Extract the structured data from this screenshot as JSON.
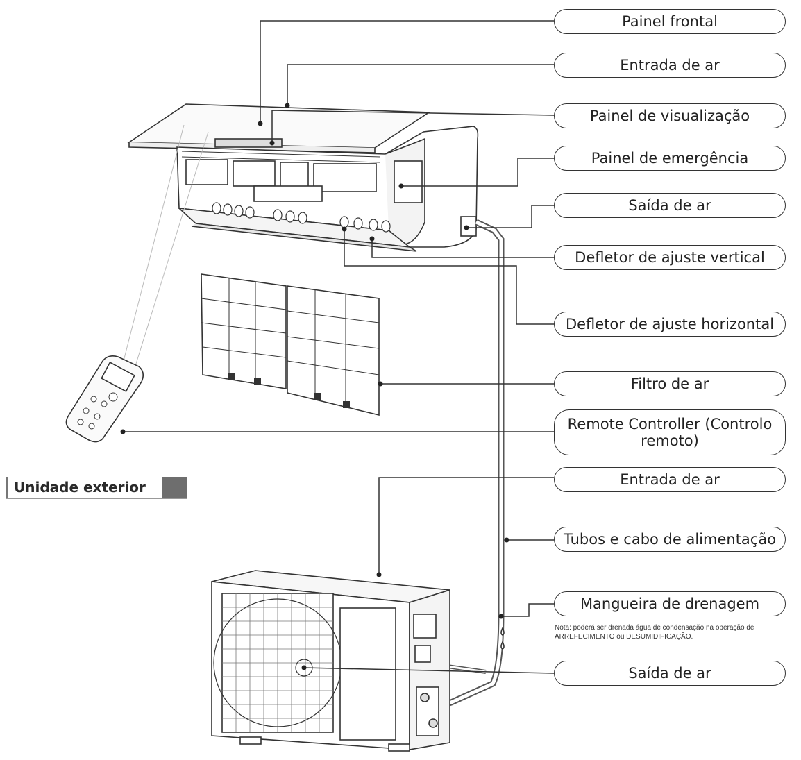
{
  "labels": {
    "front_panel": "Painel frontal",
    "air_inlet_indoor": "Entrada de ar",
    "display_panel": "Painel de visualização",
    "emergency_panel": "Painel de emergência",
    "air_outlet_indoor": "Saída de ar",
    "vertical_deflector": "Defletor de ajuste vertical",
    "horizontal_deflector": "Defletor de ajuste horizontal",
    "air_filter": "Filtro de ar",
    "remote_controller": "Remote Controller (Controlo remoto)",
    "air_inlet_outdoor": "Entrada de ar",
    "pipes_cable": "Tubos e cabo de alimentação",
    "drain_hose": "Mangueira de drenagem",
    "air_outlet_outdoor": "Saída de ar"
  },
  "outdoor_section": "Unidade exterior",
  "drain_note": "Nota: poderá ser drenada água de condensação na operação de ARREFECIMENTO ou DESUMIDIFICAÇÃO.",
  "colors": {
    "line": "#333333",
    "section_block": "#6e6e6e"
  }
}
